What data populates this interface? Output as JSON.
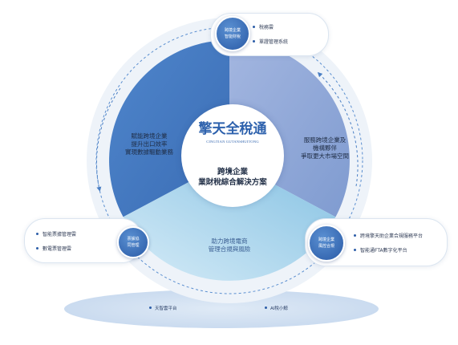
{
  "center": {
    "brand": "擎天全稅通",
    "brand_en": "CINGTIAN GUTANSHUITONG",
    "tagline": "跨境企業\n業財稅綜合解決方案"
  },
  "sectors": {
    "left": "賦能跨境企業\n提升出口效率\n實現數據驅動業務",
    "right": "服務跨境企業及\n機構夥伴\n爭取更大市場空間",
    "bottom": "助力跨境電商\n管理合規與風險"
  },
  "nodes": {
    "top": "跨境企業\n智能財稅",
    "left": "票據協\n同管理",
    "right": "跨境企業\n風控合規"
  },
  "callouts": {
    "top": [
      "稅務雲",
      "單證管理系統"
    ],
    "left": [
      "智能票據管理雲",
      "數電票管理雲"
    ],
    "right": [
      "跨境擎天助企業合規服務平台",
      "智能通FTA數字化平台"
    ]
  },
  "base": {
    "items": [
      "天智雲平台",
      "AI稅小鯨"
    ]
  },
  "colors": {
    "sector_left": "#4a7fc4",
    "sector_right": "#8ea8d8",
    "sector_bottom": "#a9d4ec",
    "outer_ring": "#e6edf5",
    "accent": "#2e62ad"
  }
}
